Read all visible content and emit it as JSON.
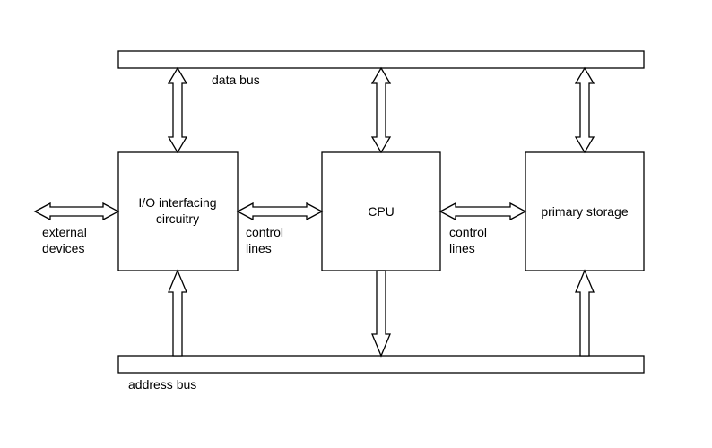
{
  "diagram": {
    "buses": {
      "data_bus": "data bus",
      "address_bus": "address bus"
    },
    "components": {
      "io": [
        "I/O interfacing",
        "circuitry"
      ],
      "cpu": "CPU",
      "storage": "primary storage"
    },
    "labels": {
      "external": [
        "external",
        "devices"
      ],
      "control_left": [
        "control",
        "lines"
      ],
      "control_right": [
        "control",
        "lines"
      ]
    },
    "connections": [
      {
        "from": "data bus",
        "to": "I/O interfacing circuitry",
        "direction": "bidirectional"
      },
      {
        "from": "data bus",
        "to": "CPU",
        "direction": "bidirectional"
      },
      {
        "from": "data bus",
        "to": "primary storage",
        "direction": "bidirectional"
      },
      {
        "from": "external devices",
        "to": "I/O interfacing circuitry",
        "direction": "bidirectional"
      },
      {
        "from": "I/O interfacing circuitry",
        "to": "CPU",
        "direction": "bidirectional",
        "label": "control lines"
      },
      {
        "from": "CPU",
        "to": "primary storage",
        "direction": "bidirectional",
        "label": "control lines"
      },
      {
        "from": "address bus",
        "to": "I/O interfacing circuitry",
        "direction": "one-way"
      },
      {
        "from": "CPU",
        "to": "address bus",
        "direction": "one-way"
      },
      {
        "from": "address bus",
        "to": "primary storage",
        "direction": "one-way"
      }
    ]
  }
}
